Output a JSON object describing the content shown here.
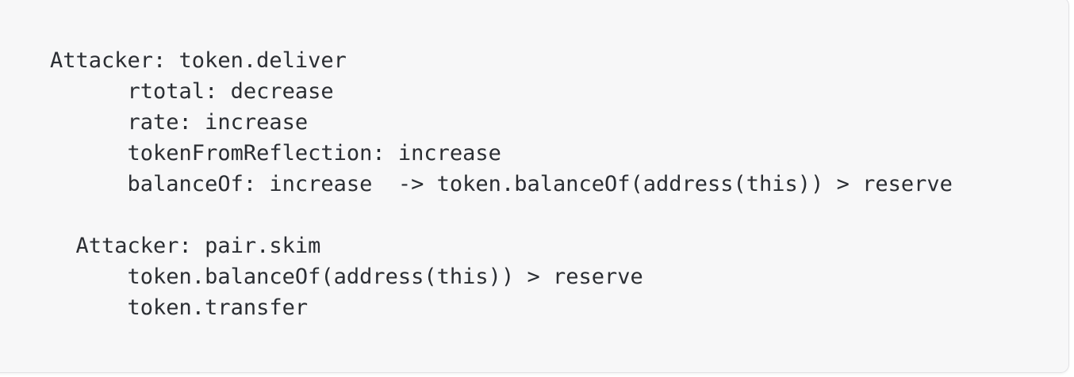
{
  "page": {
    "background_color": "#ffffff"
  },
  "code_block": {
    "background_color": "#f7f7f8",
    "border_color": "#e2e2e5",
    "text_color": "#2b2e33",
    "lines": [
      "Attacker: token.deliver",
      "      rtotal: decrease",
      "      rate: increase",
      "      tokenFromReflection: increase",
      "      balanceOf: increase  -> token.balanceOf(address(this)) > reserve",
      "",
      "  Attacker: pair.skim",
      "      token.balanceOf(address(this)) > reserve",
      "      token.transfer"
    ]
  }
}
